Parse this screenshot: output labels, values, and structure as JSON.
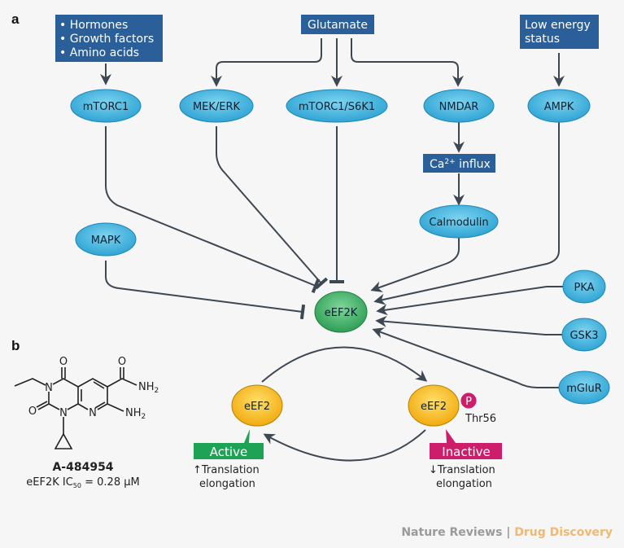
{
  "panels": {
    "a": "a",
    "b": "b"
  },
  "input_boxes": {
    "hormones": [
      "• Hormones",
      "• Growth factors",
      "• Amino acids"
    ],
    "glutamate": "Glutamate",
    "low_energy": [
      "Low energy",
      "status"
    ],
    "ca_influx": {
      "base": "Ca",
      "sup": "2+",
      "rest": " influx"
    }
  },
  "nodes": {
    "mtorc1": "mTORC1",
    "mek_erk": "MEK/ERK",
    "mtorc1_s6k1": "mTORC1/S6K1",
    "nmdar": "NMDAR",
    "ampk": "AMPK",
    "calmodulin": "Calmodulin",
    "mapk": "MAPK",
    "eef2k": "eEF2K",
    "pka": "PKA",
    "gsk3": "GSK3",
    "mglur": "mGluR",
    "eef2_active": "eEF2",
    "eef2_inactive": "eEF2",
    "phospho": "P",
    "thr56": "Thr56"
  },
  "edges": [
    {
      "from": "hormones",
      "to": "mTORC1",
      "type": "activates"
    },
    {
      "from": "Glutamate",
      "to": "MEK/ERK",
      "type": "activates"
    },
    {
      "from": "Glutamate",
      "to": "mTORC1/S6K1",
      "type": "activates"
    },
    {
      "from": "Glutamate",
      "to": "NMDAR",
      "type": "activates"
    },
    {
      "from": "Low energy status",
      "to": "AMPK",
      "type": "activates"
    },
    {
      "from": "NMDAR",
      "to": "Ca2+ influx",
      "type": "activates"
    },
    {
      "from": "Ca2+ influx",
      "to": "Calmodulin",
      "type": "activates"
    },
    {
      "from": "mTORC1",
      "to": "eEF2K",
      "type": "inhibits"
    },
    {
      "from": "MEK/ERK",
      "to": "eEF2K",
      "type": "inhibits"
    },
    {
      "from": "mTORC1/S6K1",
      "to": "eEF2K",
      "type": "inhibits"
    },
    {
      "from": "MAPK",
      "to": "eEF2K",
      "type": "inhibits"
    },
    {
      "from": "Calmodulin",
      "to": "eEF2K",
      "type": "activates"
    },
    {
      "from": "AMPK",
      "to": "eEF2K",
      "type": "activates"
    },
    {
      "from": "PKA",
      "to": "eEF2K",
      "type": "activates"
    },
    {
      "from": "GSK3",
      "to": "eEF2K",
      "type": "activates"
    },
    {
      "from": "mGluR",
      "to": "eEF2K",
      "type": "activates"
    },
    {
      "from": "eEF2 (active)",
      "to": "eEF2 (inactive)",
      "type": "activates"
    },
    {
      "from": "eEF2 (inactive)",
      "to": "eEF2 (active)",
      "type": "activates"
    }
  ],
  "states": {
    "active": {
      "label": "Active",
      "arrow": "↑",
      "line1": "Translation",
      "line2": "elongation"
    },
    "inactive": {
      "label": "Inactive",
      "arrow": "↓",
      "line1": "Translation",
      "line2": "elongation"
    }
  },
  "compound": {
    "atoms": {
      "O": "O",
      "N": "N",
      "NH": "NH",
      "sub2": "2"
    },
    "name": "A-484954",
    "ic50_prefix": "eEF2K IC",
    "ic50_sub": "50",
    "ic50_value": " = 0.28 μM"
  },
  "credit": {
    "journal": "Nature Reviews",
    "separator": " | ",
    "section": "Drug Discovery"
  },
  "colors": {
    "box_blue": "#2a5f9a",
    "node_blue": "#49b6dc",
    "node_green": "#3fae62",
    "node_yellow": "#f5b820",
    "active_green": "#1ea255",
    "inactive_magenta": "#cc1e6a",
    "edge": "#3d4852"
  }
}
